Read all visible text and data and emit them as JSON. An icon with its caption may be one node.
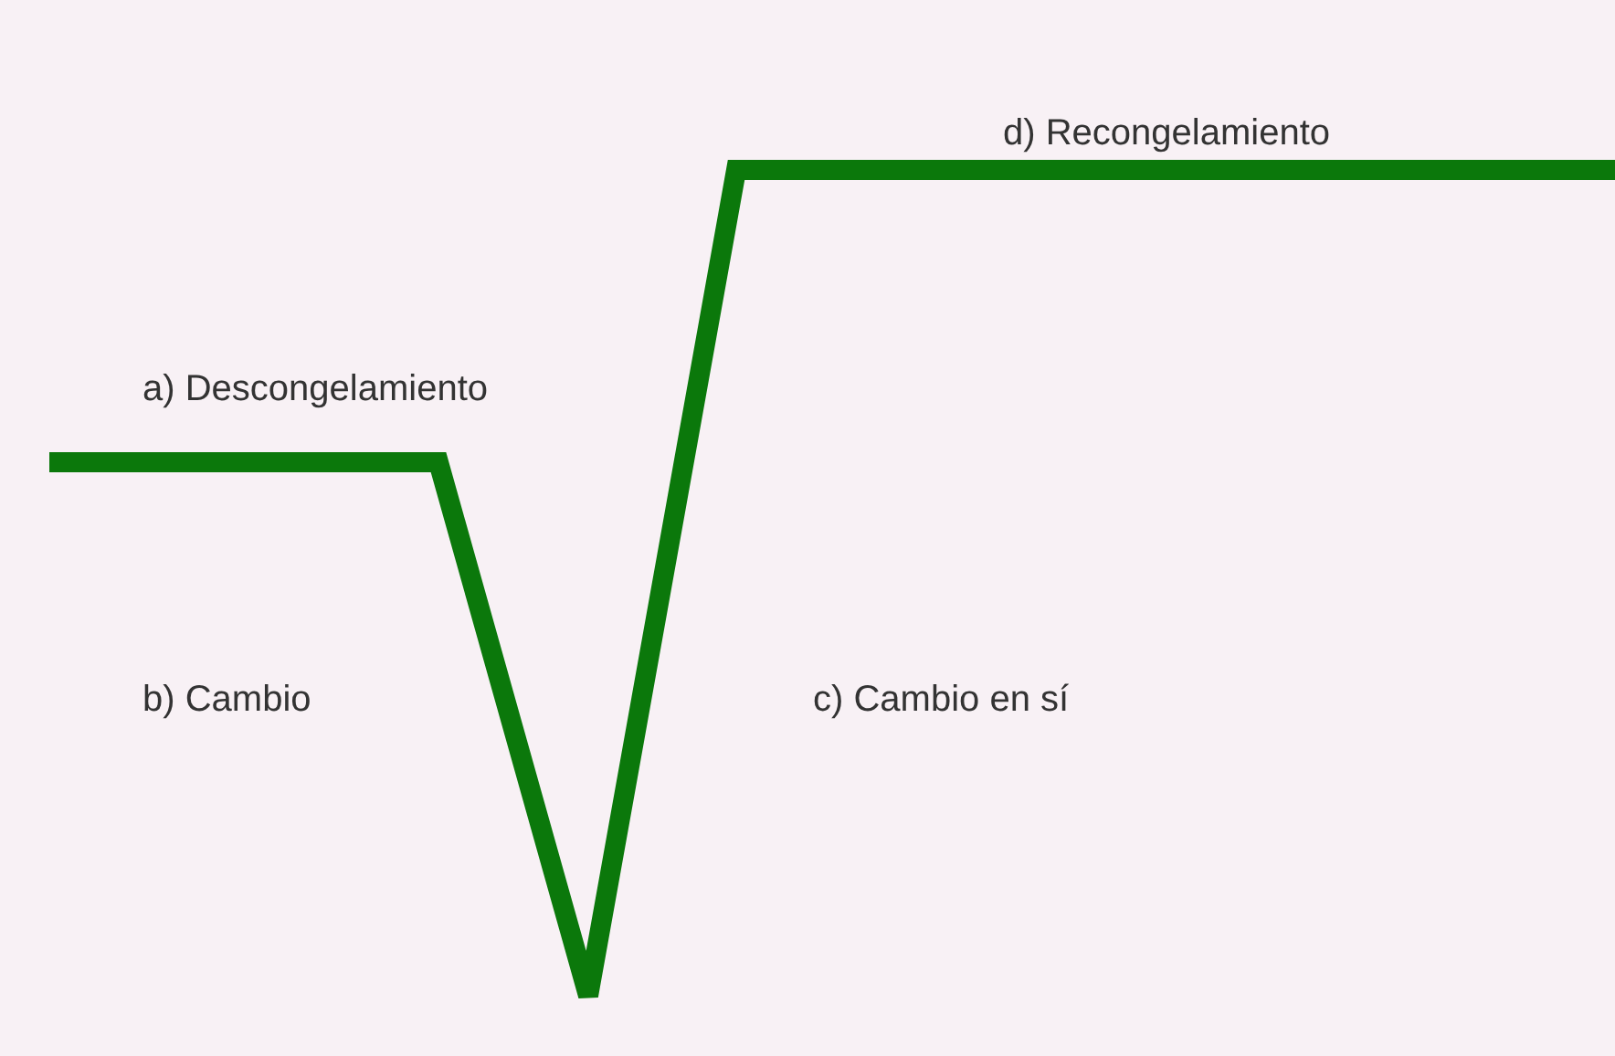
{
  "diagram": {
    "labels": [
      "d) Recongelamiento",
      "a) Descongelamiento",
      "b) Cambio",
      "c) Cambio en sí"
    ]
  }
}
